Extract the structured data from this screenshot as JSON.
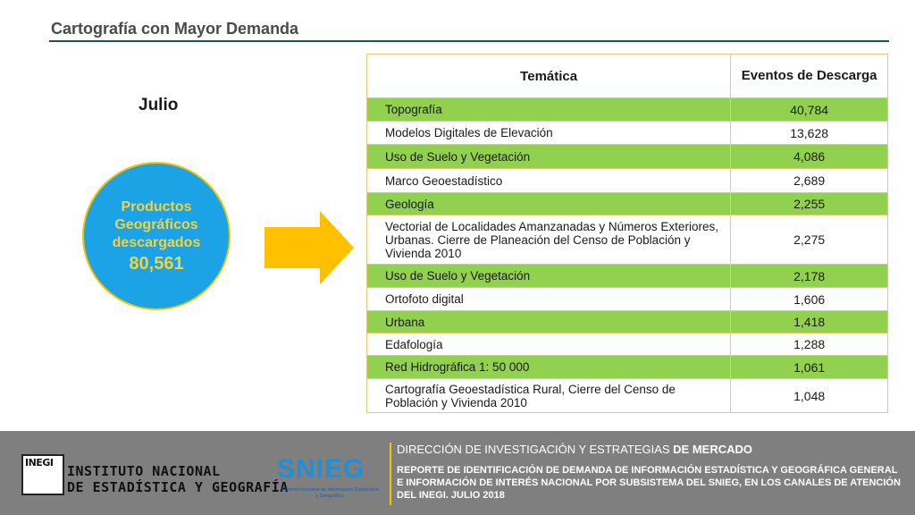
{
  "slide": {
    "title": "Cartografía con Mayor Demanda",
    "month": "Julio"
  },
  "summary": {
    "label": "Productos Geográficos descargados",
    "total": "80,561"
  },
  "table": {
    "headers": {
      "theme": "Temática",
      "count": "Eventos de Descarga"
    },
    "rows": [
      {
        "theme": "Topografía",
        "count": "40,784",
        "fill": "green"
      },
      {
        "theme": "Modelos Digitales de Elevación",
        "count": "13,628",
        "fill": "white"
      },
      {
        "theme": "Uso de Suelo y Vegetación",
        "count": "4,086",
        "fill": "green"
      },
      {
        "theme": "Marco Geoestadístico",
        "count": "2,689",
        "fill": "white"
      },
      {
        "theme": "Geología",
        "count": "2,255",
        "fill": "green"
      },
      {
        "theme": "Vectorial de Localidades Amanzanadas y Números Exteriores, Urbanas. Cierre de Planeación del Censo de Población y Vivienda 2010",
        "count": "2,275",
        "fill": "white"
      },
      {
        "theme": "Uso de Suelo y Vegetación",
        "count": "2,178",
        "fill": "green"
      },
      {
        "theme": "Ortofoto digital",
        "count": "1,606",
        "fill": "white"
      },
      {
        "theme": "Urbana",
        "count": "1,418",
        "fill": "green"
      },
      {
        "theme": "Edafología",
        "count": "1,288",
        "fill": "white"
      },
      {
        "theme": "Red Hidrográfica 1: 50 000",
        "count": "1,061",
        "fill": "green"
      },
      {
        "theme": "Cartografía Geoestadística Rural, Cierre del Censo de Población y Vivienda 2010",
        "count": "1,048",
        "fill": "white"
      }
    ]
  },
  "footer": {
    "inegi_logo_text": "INEGI",
    "inegi_name_line1": "INSTITUTO NACIONAL",
    "inegi_name_line2": "DE ESTADÍSTICA Y GEOGRAFÍA",
    "snieg_logo_text": "SNIEG",
    "snieg_subtitle": "Sistema Nacional de Información Estadística y Geográfica",
    "heading_regular": "DIRECCIÓN DE INVESTIGACIÓN Y ESTRATEGIAS ",
    "heading_bold": "DE MERCADO",
    "report": "REPORTE DE IDENTIFICACIÓN DE DEMANDA DE INFORMACIÓN ESTADÍSTICA Y GEOGRÁFICA GENERAL E INFORMACIÓN DE INTERÉS NACIONAL POR SUBSISTEMA DEL SNIEG, EN LOS CANALES DE ATENCIÓN DEL INEGI. JULIO 2018"
  },
  "colors": {
    "title_rule": "#1f4e79",
    "circle_fill": "#1ba3e6",
    "circle_text": "#f5d23c",
    "arrow": "#ffc000",
    "row_green": "#92d050",
    "footer_bg": "#7f7f7f"
  }
}
